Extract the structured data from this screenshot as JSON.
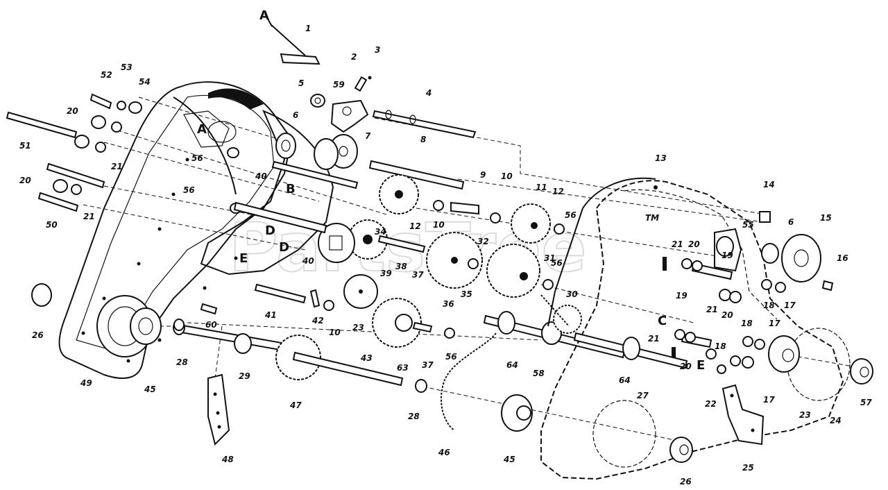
{
  "watermark": "PartsTree",
  "trademark": "TM",
  "letters": [
    {
      "id": "A-top",
      "text": "A"
    },
    {
      "id": "A-housing",
      "text": "A"
    },
    {
      "id": "B",
      "text": "B"
    },
    {
      "id": "D-1",
      "text": "D"
    },
    {
      "id": "D-2",
      "text": "D"
    },
    {
      "id": "E-left",
      "text": "E"
    },
    {
      "id": "C",
      "text": "C"
    },
    {
      "id": "E-right",
      "text": "E"
    }
  ],
  "callouts": [
    {
      "id": "c1",
      "text": "1"
    },
    {
      "id": "c2",
      "text": "2"
    },
    {
      "id": "c3",
      "text": "3"
    },
    {
      "id": "c4",
      "text": "4"
    },
    {
      "id": "c5",
      "text": "5"
    },
    {
      "id": "c59",
      "text": "59"
    },
    {
      "id": "c6a",
      "text": "6"
    },
    {
      "id": "c7",
      "text": "7"
    },
    {
      "id": "c8",
      "text": "8"
    },
    {
      "id": "c52",
      "text": "52"
    },
    {
      "id": "c53",
      "text": "53"
    },
    {
      "id": "c54",
      "text": "54"
    },
    {
      "id": "c20a",
      "text": "20"
    },
    {
      "id": "c21a",
      "text": "21"
    },
    {
      "id": "c51",
      "text": "51"
    },
    {
      "id": "c20b",
      "text": "20"
    },
    {
      "id": "c21b",
      "text": "21"
    },
    {
      "id": "c50",
      "text": "50"
    },
    {
      "id": "c56a",
      "text": "56"
    },
    {
      "id": "c40a",
      "text": "40"
    },
    {
      "id": "c56b",
      "text": "56"
    },
    {
      "id": "c9",
      "text": "9"
    },
    {
      "id": "c10a",
      "text": "10"
    },
    {
      "id": "c12a",
      "text": "12"
    },
    {
      "id": "c10b",
      "text": "10"
    },
    {
      "id": "c11",
      "text": "11"
    },
    {
      "id": "c12b",
      "text": "12"
    },
    {
      "id": "c56c",
      "text": "56"
    },
    {
      "id": "c34",
      "text": "34"
    },
    {
      "id": "c40b",
      "text": "40"
    },
    {
      "id": "c39",
      "text": "39"
    },
    {
      "id": "c38",
      "text": "38"
    },
    {
      "id": "c37a",
      "text": "37"
    },
    {
      "id": "c32",
      "text": "32"
    },
    {
      "id": "c35",
      "text": "35"
    },
    {
      "id": "c31",
      "text": "31"
    },
    {
      "id": "c56d",
      "text": "56"
    },
    {
      "id": "c30",
      "text": "30"
    },
    {
      "id": "c36",
      "text": "36"
    },
    {
      "id": "c23a",
      "text": "23"
    },
    {
      "id": "c41",
      "text": "41"
    },
    {
      "id": "c42",
      "text": "42"
    },
    {
      "id": "c10c",
      "text": "10"
    },
    {
      "id": "c60",
      "text": "60"
    },
    {
      "id": "c43",
      "text": "43"
    },
    {
      "id": "c63",
      "text": "63"
    },
    {
      "id": "c37b",
      "text": "37"
    },
    {
      "id": "c56e",
      "text": "56"
    },
    {
      "id": "c64a",
      "text": "64"
    },
    {
      "id": "c58",
      "text": "58"
    },
    {
      "id": "c26a",
      "text": "26"
    },
    {
      "id": "c28a",
      "text": "28"
    },
    {
      "id": "c29",
      "text": "29"
    },
    {
      "id": "c49",
      "text": "49"
    },
    {
      "id": "c45a",
      "text": "45"
    },
    {
      "id": "c47",
      "text": "47"
    },
    {
      "id": "c28b",
      "text": "28"
    },
    {
      "id": "c48",
      "text": "48"
    },
    {
      "id": "c46",
      "text": "46"
    },
    {
      "id": "c45b",
      "text": "45"
    },
    {
      "id": "c13",
      "text": "13"
    },
    {
      "id": "c14",
      "text": "14"
    },
    {
      "id": "c55",
      "text": "55"
    },
    {
      "id": "c6b",
      "text": "6"
    },
    {
      "id": "c15",
      "text": "15"
    },
    {
      "id": "c21c",
      "text": "21"
    },
    {
      "id": "c20c",
      "text": "20"
    },
    {
      "id": "c19a",
      "text": "19"
    },
    {
      "id": "c16",
      "text": "16"
    },
    {
      "id": "c18a",
      "text": "18"
    },
    {
      "id": "c17a",
      "text": "17"
    },
    {
      "id": "c21d",
      "text": "21"
    },
    {
      "id": "c20d",
      "text": "20"
    },
    {
      "id": "c19b",
      "text": "19"
    },
    {
      "id": "c17b",
      "text": "17"
    },
    {
      "id": "c18b",
      "text": "18"
    },
    {
      "id": "c21e",
      "text": "21"
    },
    {
      "id": "c20e",
      "text": "20"
    },
    {
      "id": "c18c",
      "text": "18"
    },
    {
      "id": "c64b",
      "text": "64"
    },
    {
      "id": "c27",
      "text": "27"
    },
    {
      "id": "c22",
      "text": "22"
    },
    {
      "id": "c17c",
      "text": "17"
    },
    {
      "id": "c23b",
      "text": "23"
    },
    {
      "id": "c24",
      "text": "24"
    },
    {
      "id": "c57",
      "text": "57"
    },
    {
      "id": "c25",
      "text": "25"
    },
    {
      "id": "c26b",
      "text": "26"
    }
  ]
}
